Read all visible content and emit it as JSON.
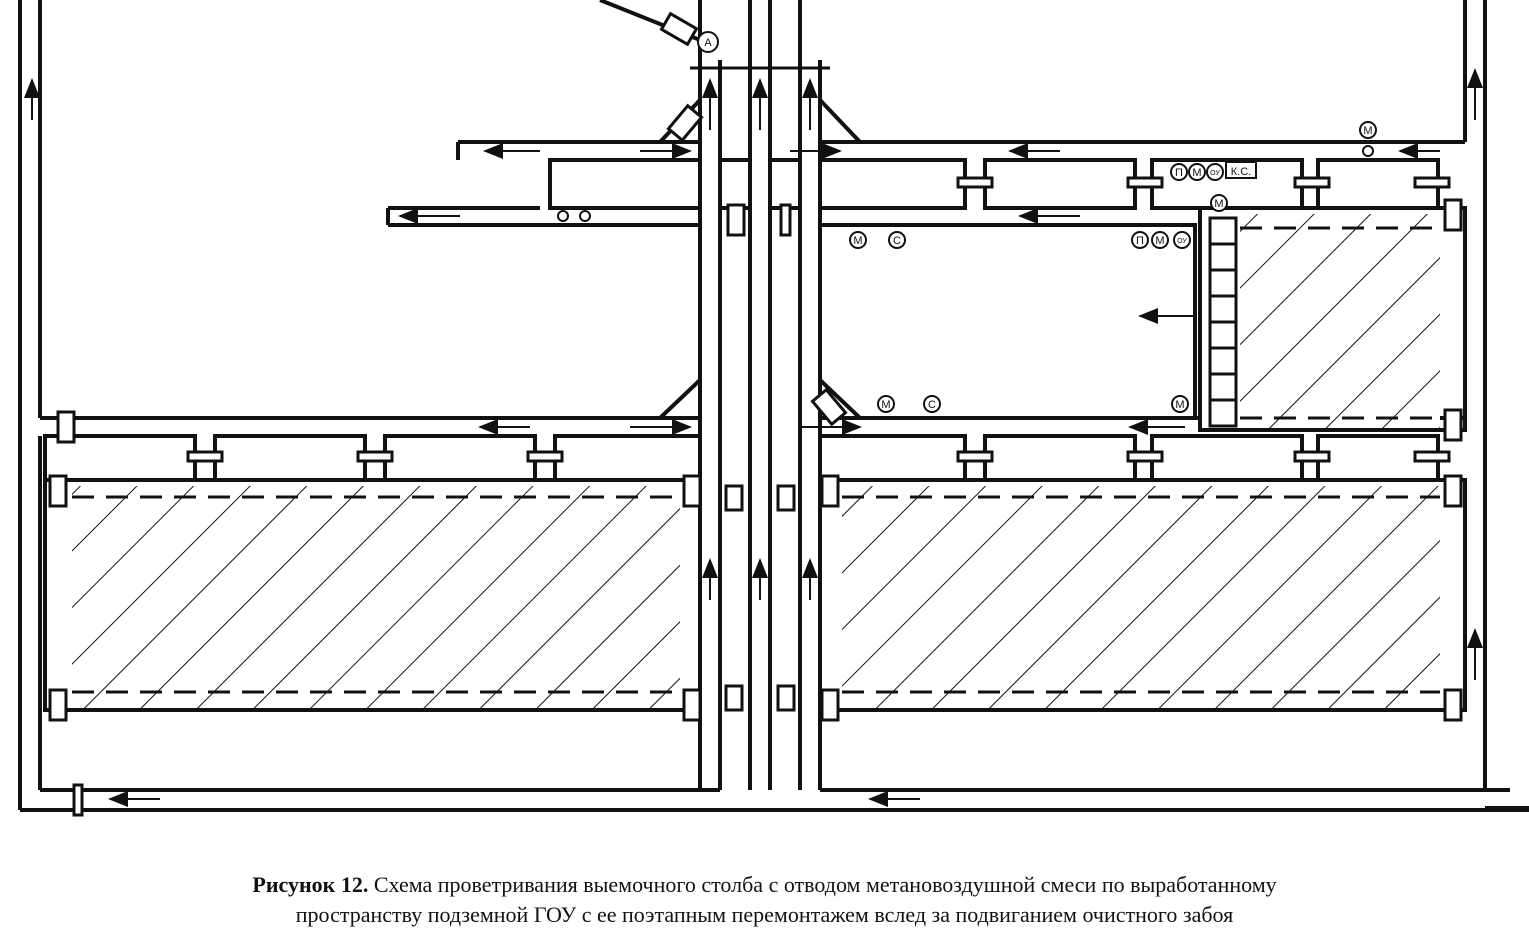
{
  "caption": {
    "label": "Рисунок 12.",
    "line1": "Схема проветривания выемочного столба с отводом метановоздушной смеси по выработанному",
    "line2": "пространству подземной ГОУ с ее поэтапным перемонтажем вслед за подвиганием очистного забоя"
  },
  "symbols": {
    "fan": "А",
    "p": "П",
    "m": "М",
    "ou": "ОУ",
    "s": "С",
    "ks": "К.С."
  }
}
